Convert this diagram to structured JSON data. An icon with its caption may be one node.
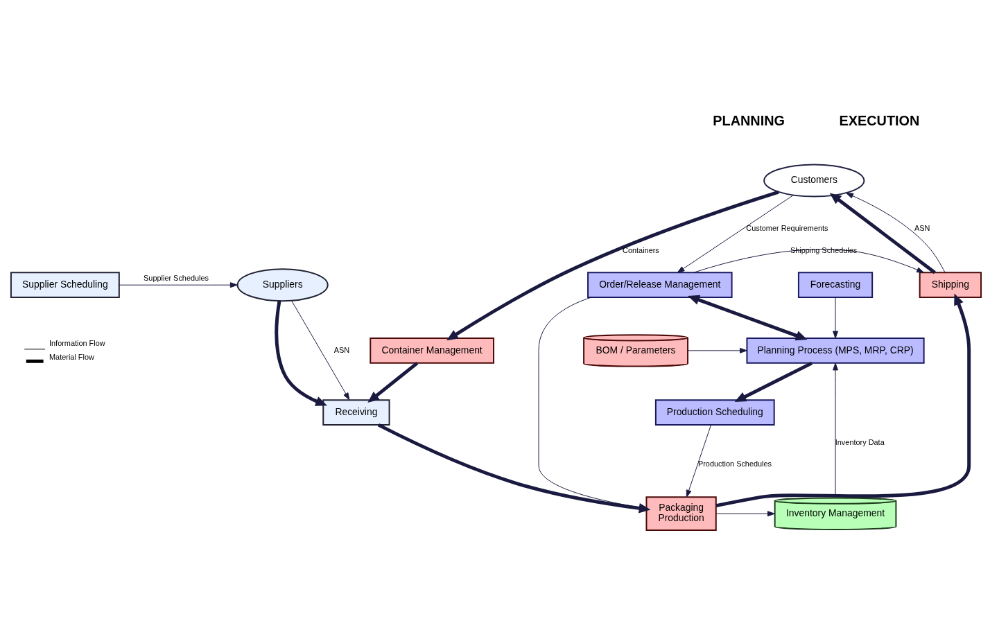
{
  "diagram": {
    "nodes": [
      {
        "text": [
          "Customers"
        ]
      },
      {
        "text": [
          "Forecasting"
        ]
      },
      {
        "text": [
          "Order/Release Management"
        ]
      },
      {
        "text": [
          "Shipping"
        ]
      },
      {
        "text": [
          "Container Management"
        ]
      },
      {
        "text": [
          "BOM / Parameters"
        ]
      },
      {
        "text": [
          "Planning Process (MPS, MRP, CRP)"
        ]
      },
      {
        "text": [
          "Packaging",
          "Production"
        ]
      },
      {
        "text": [
          "Inventory Management"
        ]
      },
      {
        "text": [
          "Production Scheduling"
        ]
      },
      {
        "text": [
          "Supplier Scheduling"
        ]
      },
      {
        "text": [
          "Receiving"
        ]
      },
      {
        "text": [
          "Suppliers"
        ]
      }
    ],
    "edges": [
      {
        "from": 0,
        "to": 2,
        "arrow": "to",
        "label": "Customer Requirements"
      },
      {
        "from": 2,
        "to": 3,
        "arrow": "to",
        "label": "Shipping Schedules"
      },
      {
        "from": 2,
        "to": 7,
        "arrow": "to"
      },
      {
        "from": 1,
        "to": 6,
        "arrow": "to"
      },
      {
        "from": 6,
        "to": 2,
        "arrow": "both",
        "style": "thick"
      },
      {
        "from": 6,
        "to": 9,
        "arrow": "to",
        "style": "thick"
      },
      {
        "from": 5,
        "to": 6,
        "arrow": "to"
      },
      {
        "from": 8,
        "to": 6,
        "arrow": "to",
        "label": "Inventory Data"
      },
      {
        "from": 9,
        "to": 7,
        "arrow": "to",
        "label": "Production Schedules"
      },
      {
        "from": 7,
        "to": 8,
        "arrow": "to"
      },
      {
        "from": 7,
        "to": 3,
        "arrow": "to",
        "style": "thick"
      },
      {
        "from": 3,
        "to": 0,
        "arrow": "to",
        "style": "thick"
      },
      {
        "from": 3,
        "to": 0,
        "arrow": "to",
        "label": "ASN"
      },
      {
        "from": 0,
        "to": 4,
        "arrow": "to",
        "label": "Containers",
        "style": "thick"
      },
      {
        "from": 4,
        "to": 11,
        "arrow": "to",
        "style": "thick"
      },
      {
        "from": 11,
        "to": 7,
        "arrow": "to",
        "style": "thick"
      },
      {
        "from": 10,
        "to": 12,
        "arrow": "to",
        "label": "Supplier Schedules"
      },
      {
        "from": 12,
        "to": 11,
        "arrow": "to",
        "style": "thick"
      },
      {
        "from": 12,
        "to": 11,
        "arrow": "to",
        "label": "ASN"
      }
    ],
    "labels": [
      "PLANNING",
      "EXECUTION"
    ],
    "legend": [
      {
        "text": "Information Flow"
      },
      {
        "text": "Material Flow"
      }
    ]
  }
}
